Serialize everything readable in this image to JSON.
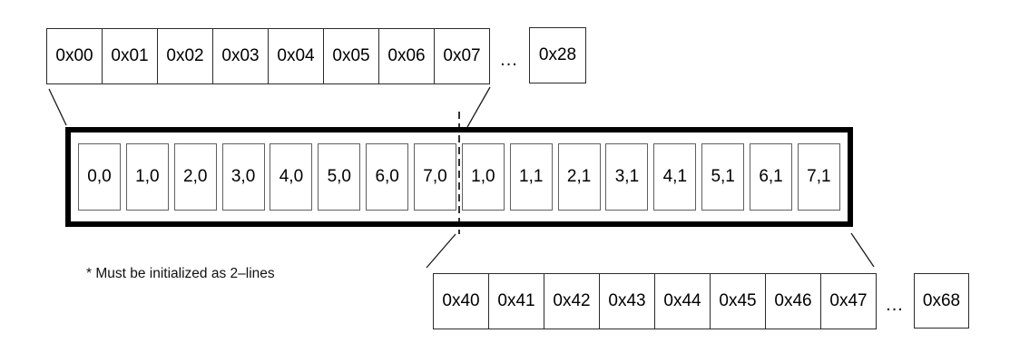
{
  "colors": {
    "background": "#ffffff",
    "row_border": "#2b2b2b",
    "buffer_border": "#000000",
    "inner_cell_border": "#606060",
    "line": "#1a1a1a"
  },
  "top_row": {
    "cells": [
      "0x00",
      "0x01",
      "0x02",
      "0x03",
      "0x04",
      "0x05",
      "0x06",
      "0x07"
    ],
    "ellipsis": "...",
    "detached_cell": "0x28"
  },
  "buffer": {
    "cells": [
      "0,0",
      "1,0",
      "2,0",
      "3,0",
      "4,0",
      "5,0",
      "6,0",
      "7,0",
      "1,0",
      "1,1",
      "2,1",
      "3,1",
      "4,1",
      "5,1",
      "6,1",
      "7,1"
    ]
  },
  "bottom_row": {
    "cells": [
      "0x40",
      "0x41",
      "0x42",
      "0x43",
      "0x44",
      "0x45",
      "0x46",
      "0x47"
    ],
    "ellipsis": "...",
    "detached_cell": "0x68"
  },
  "footnote": "* Must be initialized as 2–lines"
}
